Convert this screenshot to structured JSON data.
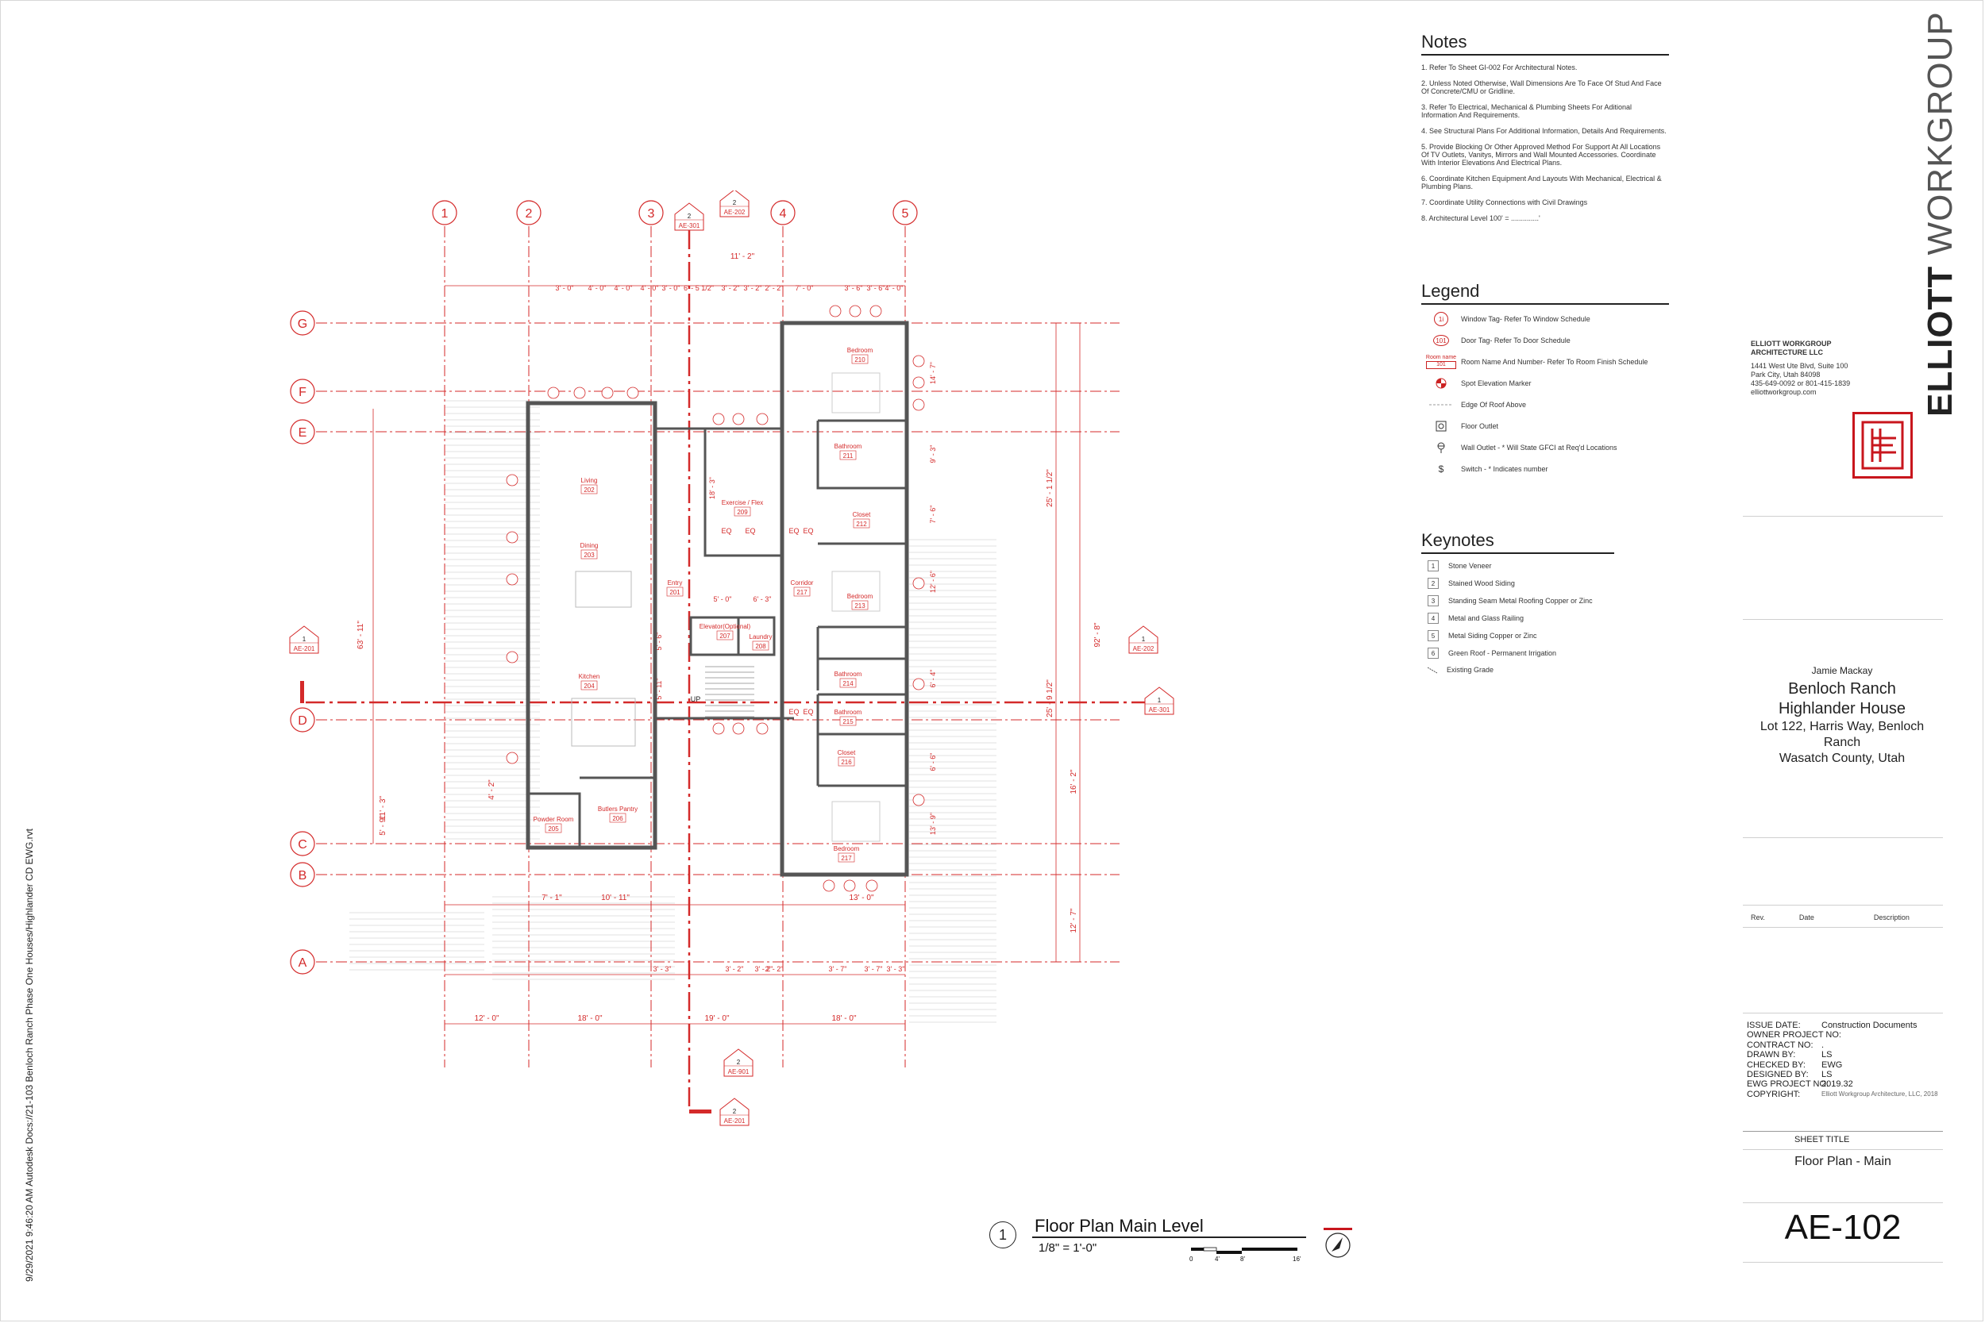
{
  "sidebar_path": "9/29/2021 9:46:20 AM    Autodesk Docs://21-103 Benloch Ranch Phase One Houses/Highlander CD EWG.rvt",
  "plan": {
    "grid_columns": [
      "1",
      "2",
      "3",
      "4",
      "5"
    ],
    "grid_rows": [
      "G",
      "F",
      "E",
      "D",
      "C",
      "B",
      "A"
    ],
    "section_refs": {
      "top_section": "AE-202",
      "top_section_num": "2",
      "top_elev": "AE-301",
      "top_elev_num": "2",
      "left_section": "AE-201",
      "left_section_num": "1",
      "right_section": "AE-202",
      "right_section_num": "1",
      "right_elev": "AE-301",
      "right_elev_num": "1",
      "bottom_elev": "AE-901",
      "bottom_elev_num": "2",
      "bottom_section": "AE-201",
      "bottom_section_num": "2"
    },
    "rooms": [
      {
        "name": "Living",
        "num": "202"
      },
      {
        "name": "Dining",
        "num": "203"
      },
      {
        "name": "Kitchen",
        "num": "204"
      },
      {
        "name": "Powder Room",
        "num": "205"
      },
      {
        "name": "Butlers Pantry",
        "num": "206"
      },
      {
        "name": "Entry",
        "num": "201"
      },
      {
        "name": "Exercise / Flex",
        "num": "209"
      },
      {
        "name": "Elevator(Optional)",
        "num": "207"
      },
      {
        "name": "Laundry",
        "num": "208"
      },
      {
        "name": "Corridor",
        "num": "217"
      },
      {
        "name": "Bedroom",
        "num": "210"
      },
      {
        "name": "Bathroom",
        "num": "211"
      },
      {
        "name": "Closet",
        "num": "212"
      },
      {
        "name": "Bedroom",
        "num": "213"
      },
      {
        "name": "Bathroom",
        "num": "214"
      },
      {
        "name": "Bathroom",
        "num": "215"
      },
      {
        "name": "Closet",
        "num": "216"
      },
      {
        "name": "Bedroom",
        "num": "217"
      }
    ],
    "dims_bottom": [
      "12' - 0\"",
      "18' - 0\"",
      "19' - 0\"",
      "18' - 0\""
    ],
    "dims_bottom2": [
      "7' - 1\"",
      "10' - 11\"",
      "13' - 0\""
    ],
    "dims_bottom3": [
      "3' - 3\"",
      "3' - 2\"",
      "3' - 2\"",
      "2' - 2\"",
      "3' - 7\"",
      "3' - 7\"",
      "3' - 3\""
    ],
    "dims_top": [
      "11' - 2\"",
      "3' - 0\"",
      "4' - 0\"",
      "4' - 0\"",
      "4' - 0\"",
      "3' - 0\"",
      "6' - 5 1/2\"",
      "3' - 2\"",
      "3' - 2\"",
      "2' - 2\"",
      "7' - 0\"",
      "3' - 6\"",
      "3' - 6\"",
      "4' - 0\""
    ],
    "dims_left": [
      "63' - 11\"",
      "11' - 3\"",
      "5' - 9\"",
      "4' - 2\""
    ],
    "dims_right": [
      "92' - 8\"",
      "25' - 1 1/2\"",
      "25' - 9 1/2\"",
      "16' - 2\"",
      "12' - 7\"",
      "14' - 7\"",
      "9' - 3\"",
      "7' - 6\"",
      "12' - 6\"",
      "6' - 4\"",
      "6' - 6\"",
      "13' - 9\""
    ],
    "dims_interior": [
      "5' - 0\"",
      "6' - 3\"",
      "18' - 3\"",
      "5' - 11\"",
      "5' - 6\""
    ],
    "eq": "EQ",
    "stair_up": "UP"
  },
  "notes": {
    "title": "Notes",
    "items": [
      "1. Refer To Sheet GI-002 For Architectural Notes.",
      "2. Unless Noted Otherwise, Wall Dimensions Are To Face Of Stud And Face Of Concrete/CMU or Gridline.",
      "3.  Refer To Electrical, Mechanical & Plumbing Sheets For Aditional Information And Requirements.",
      "4.  See Structural Plans For Additional Information, Details And Requirements.",
      "5. Provide Blocking Or Other Approved Method For Support At All Locations Of TV Outlets, Vanitys, Mirrors and Wall Mounted Accessories. Coordinate With Interior Elevations And Electrical Plans.",
      "6. Coordinate Kitchen Equipment And Layouts With Mechanical, Electrical & Plumbing Plans.",
      "7. Coordinate Utility Connections with Civil Drawings",
      "8. Architectural Level 100' = ..............'"
    ]
  },
  "legend": {
    "title": "Legend",
    "items": [
      {
        "sym": "1i",
        "label": "Window Tag- Refer To Window Schedule"
      },
      {
        "sym": "101",
        "label": "Door Tag- Refer To Door Schedule"
      },
      {
        "sym": "Room name 101",
        "label": "Room Name And Number- Refer To Room Finish Schedule"
      },
      {
        "sym": "spot-elevation-icon",
        "label": "Spot Elevation Marker"
      },
      {
        "sym": "roof-edge-icon",
        "label": "Edge Of Roof Above"
      },
      {
        "sym": "floor-outlet-icon",
        "label": "Floor Outlet"
      },
      {
        "sym": "wall-outlet-icon",
        "label": "Wall Outlet  - * Will State GFCI at Req'd Locations"
      },
      {
        "sym": "switch-icon",
        "label": "Switch  - * Indicates number"
      }
    ],
    "room_name_sym": "Room name",
    "room_num_sym": "101"
  },
  "keynotes": {
    "title": "Keynotes",
    "items": [
      {
        "num": "1",
        "label": "Stone Veneer"
      },
      {
        "num": "2",
        "label": "Stained Wood Siding"
      },
      {
        "num": "3",
        "label": "Standing Seam Metal Roofing Copper or Zinc"
      },
      {
        "num": "4",
        "label": "Metal and Glass Railing"
      },
      {
        "num": "5",
        "label": "Metal Siding Copper or Zinc"
      },
      {
        "num": "6",
        "label": "Green Roof - Permanent Irrigation"
      },
      {
        "num": "",
        "label": "Existing Grade"
      }
    ]
  },
  "firm": {
    "name_bold": "ELLIOTT",
    "name_light": "WORKGROUP",
    "legal_name_1": "ELLIOTT WORKGROUP",
    "legal_name_2": "ARCHITECTURE LLC",
    "address_1": "1441 West Ute Blvd, Suite 100",
    "address_2": "Park City, Utah 84098",
    "phone": "435-649-0092 or 801-415-1839",
    "web": "elliottworkgroup.com",
    "brand_color": "#c8161d"
  },
  "project": {
    "client": "Jamie Mackay",
    "name_1": "Benloch Ranch",
    "name_2": "Highlander House",
    "loc_1": "Lot 122, Harris Way, Benloch",
    "loc_2": "Ranch",
    "loc_3": "Wasatch County, Utah"
  },
  "revisions": {
    "col_rev": "Rev.",
    "col_date": "Date",
    "col_desc": "Description"
  },
  "issue": [
    {
      "label": "ISSUE DATE:",
      "value": "Construction Documents"
    },
    {
      "label": "OWNER PROJECT NO:",
      "value": ""
    },
    {
      "label": "CONTRACT NO:",
      "value": "."
    },
    {
      "label": "DRAWN BY:",
      "value": "LS"
    },
    {
      "label": "CHECKED BY:",
      "value": "EWG"
    },
    {
      "label": "DESIGNED BY:",
      "value": "LS"
    },
    {
      "label": "EWG PROJECT NO:",
      "value": "2019.32"
    },
    {
      "label": "COPYRIGHT:",
      "value": "Elliott Workgroup Architecture, LLC, 2018"
    }
  ],
  "sheet": {
    "title_label": "SHEET  TITLE",
    "title": "Floor Plan - Main",
    "number": "AE-102"
  },
  "plan_title": {
    "num": "1",
    "title": "Floor Plan Main Level",
    "scale": "1/8\" = 1'-0\"",
    "scale_ticks": [
      "0",
      "4'",
      "8'",
      "16'"
    ]
  }
}
